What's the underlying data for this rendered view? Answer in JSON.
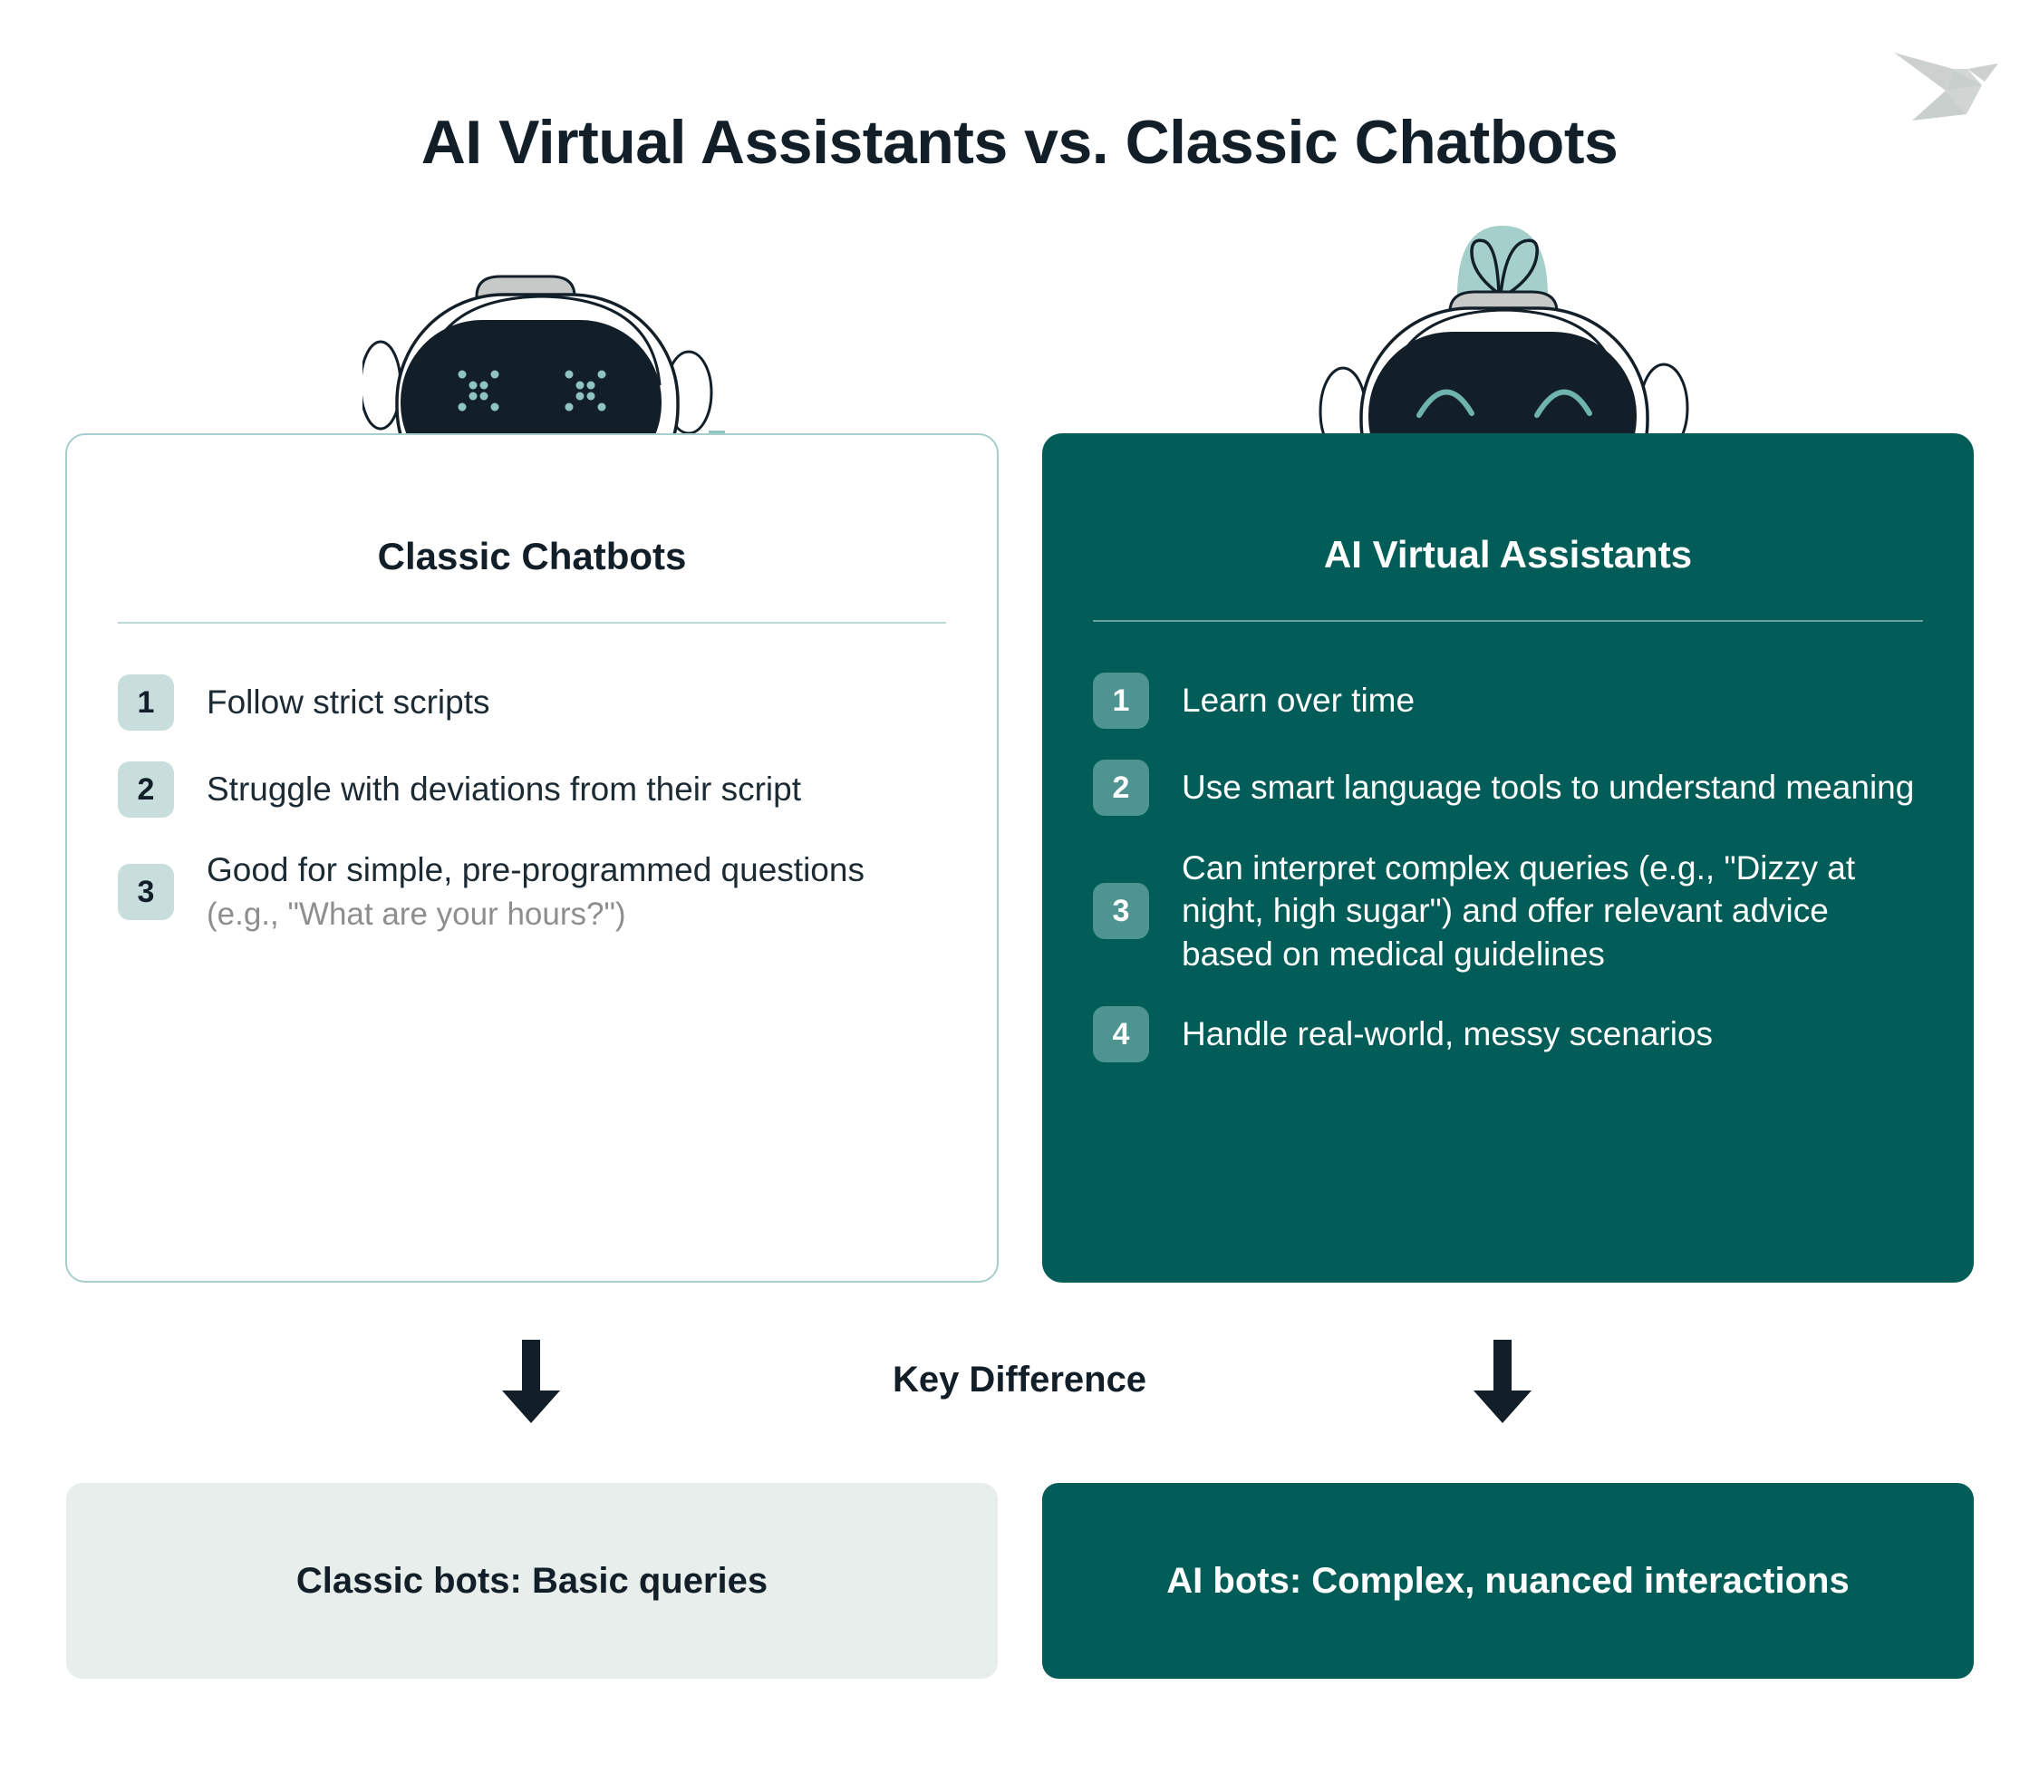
{
  "page": {
    "title": "AI Virtual Assistants vs. Classic Chatbots",
    "background_color": "#ffffff",
    "accent_dark_teal": "#025c57",
    "accent_light_teal": "#a6cecb",
    "accent_mid_teal": "#4e9491",
    "text_dark": "#121f28"
  },
  "logo": {
    "name": "origami-bird-logo",
    "color": "#c9cfcd"
  },
  "robots": {
    "left": {
      "name": "classic-chatbot-robot",
      "expression": "x-eyes",
      "face_color": "#121f28",
      "eye_color": "#8fc4c0",
      "dome_color": "#c6c9c8"
    },
    "right": {
      "name": "ai-assistant-robot",
      "expression": "arch-eyes",
      "face_color": "#121f28",
      "eye_color": "#6fb3ae",
      "antenna_color": "#a4cfcb",
      "dome_color": "#c6c9c8"
    }
  },
  "left_card": {
    "header": "Classic Chatbots",
    "items": [
      {
        "number": "1",
        "text": "Follow strict scripts",
        "sub": ""
      },
      {
        "number": "2",
        "text": "Struggle with deviations from their script",
        "sub": ""
      },
      {
        "number": "3",
        "text": "Good for simple, pre-programmed questions",
        "sub": "(e.g., \"What are your hours?\")"
      }
    ]
  },
  "right_card": {
    "header": "AI Virtual Assistants",
    "items": [
      {
        "number": "1",
        "text": "Learn over time",
        "sub": ""
      },
      {
        "number": "2",
        "text": "Use smart language tools to understand meaning",
        "sub": ""
      },
      {
        "number": "3",
        "text": "Can interpret complex queries (e.g., \"Dizzy at night, high sugar\") and offer relevant advice based on medical guidelines",
        "sub": ""
      },
      {
        "number": "4",
        "text": "Handle real-world, messy scenarios",
        "sub": ""
      }
    ]
  },
  "key_difference": {
    "label": "Key Difference",
    "left_arrow": "down-arrow-icon",
    "right_arrow": "down-arrow-icon"
  },
  "summary": {
    "left": "Classic bots: Basic queries",
    "right": "AI bots: Complex, nuanced interactions"
  }
}
